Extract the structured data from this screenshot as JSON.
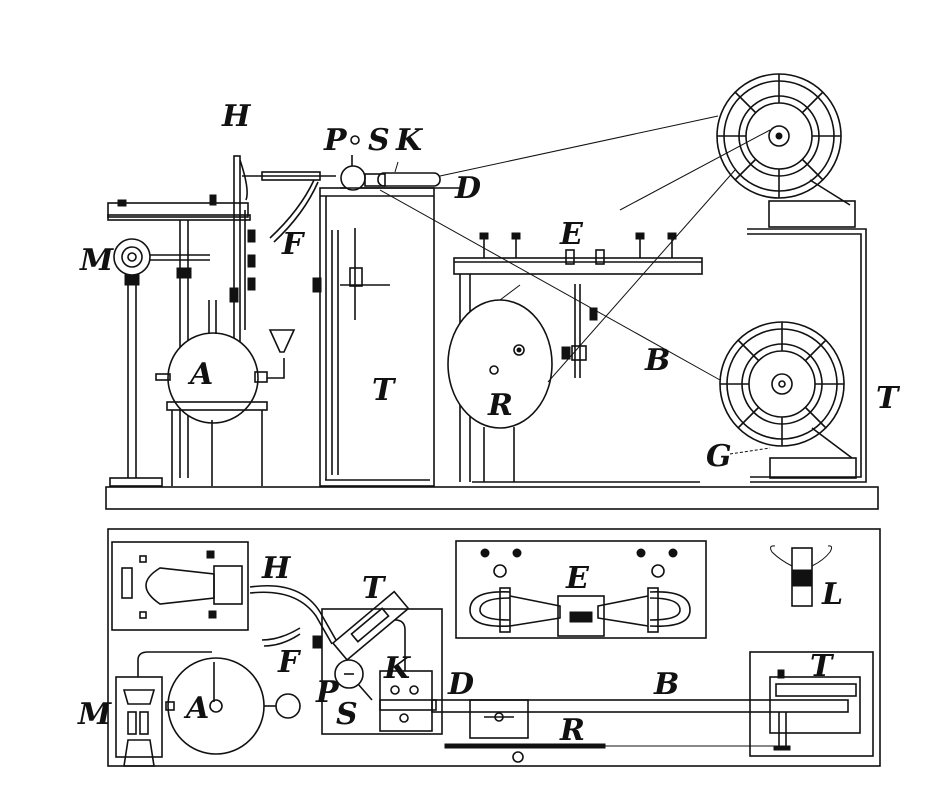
{
  "figure": {
    "elevation_view": {
      "labels": {
        "H": "H",
        "P": "P",
        "S": "S",
        "K": "K",
        "D": "D",
        "F": "F",
        "M": "M",
        "A": "A",
        "T_left": "T",
        "E": "E",
        "R": "R",
        "B": "B",
        "T_right": "T",
        "G": "G"
      }
    },
    "plan_view": {
      "labels": {
        "H": "H",
        "T_center": "T",
        "F": "F",
        "M": "M",
        "A": "A",
        "P": "P",
        "S": "S",
        "K": "K",
        "D": "D",
        "E": "E",
        "L": "L",
        "B": "B",
        "R": "R",
        "T_right": "T"
      }
    }
  }
}
